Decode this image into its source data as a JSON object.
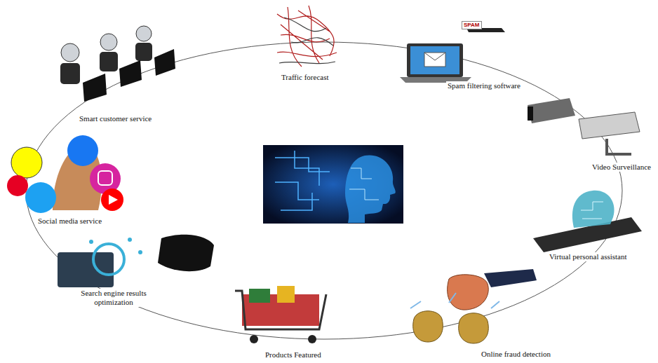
{
  "diagram": {
    "labels": [
      "Traffic forecast",
      "Spam filtering software",
      "SPAM",
      "Video Surveillance",
      "Virtual personal assistant",
      "Online fraud detection",
      "Products Featured",
      "Search engine results optimization",
      "Social media service",
      "Smart customer service"
    ]
  }
}
